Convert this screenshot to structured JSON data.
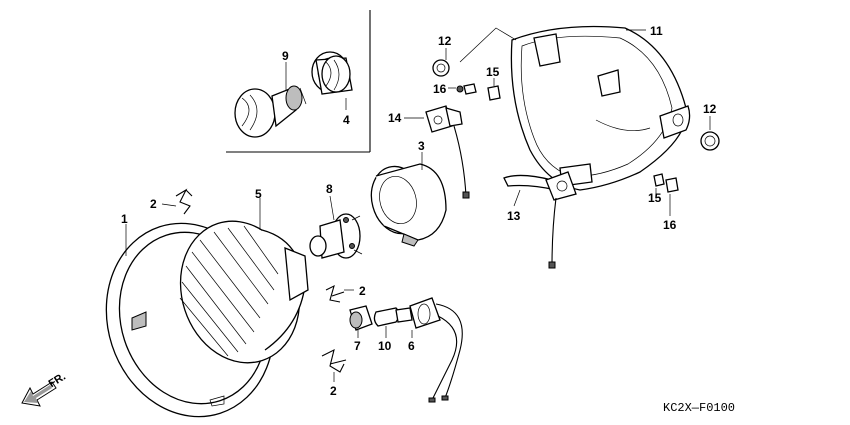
{
  "diagram": {
    "drawing_code": "KC2X—F0100",
    "direction_label": "FR.",
    "callouts": {
      "c1": "1",
      "c2a": "2",
      "c2b": "2",
      "c2c": "2",
      "c3": "3",
      "c4": "4",
      "c5": "5",
      "c6": "6",
      "c7": "7",
      "c8": "8",
      "c9": "9",
      "c10": "10",
      "c11": "11",
      "c12a": "12",
      "c12b": "12",
      "c13": "13",
      "c14": "14",
      "c15a": "15",
      "c15b": "15",
      "c16a": "16",
      "c16b": "16"
    }
  }
}
